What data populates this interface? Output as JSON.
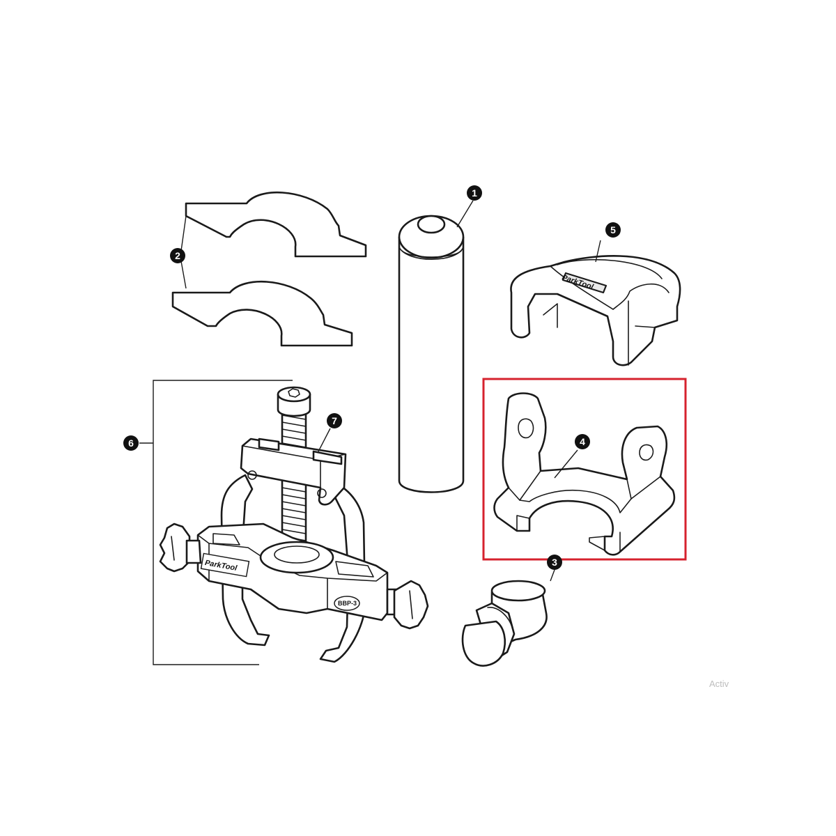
{
  "callouts": {
    "c1": "1",
    "c2": "2",
    "c3": "3",
    "c4": "4",
    "c5": "5",
    "c6": "6",
    "c7": "7"
  },
  "brand": {
    "logo_on_puller": "ParkTool",
    "model_on_puller": "BBP-3",
    "logo_on_cup": "ParkTool"
  },
  "watermark": "Activ",
  "highlight": {
    "color": "#d6222e",
    "part": "4"
  },
  "colors": {
    "line": "#1a1a1a",
    "badge": "#111111"
  }
}
